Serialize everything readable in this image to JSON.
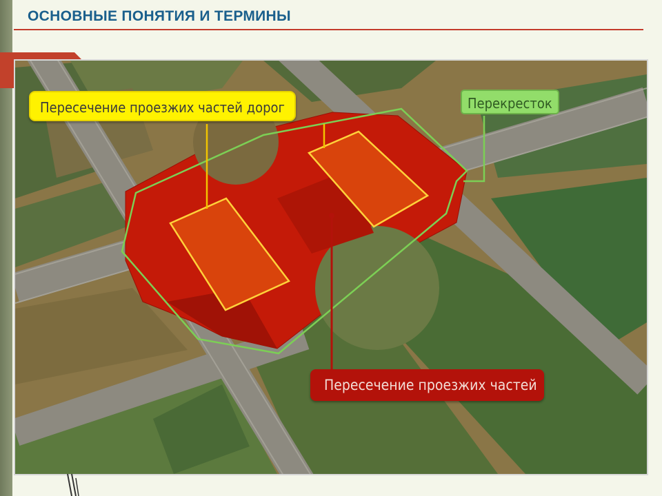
{
  "slide": {
    "title": "ОСНОВНЫЕ ПОНЯТИЯ И ТЕРМИНЫ"
  },
  "diagram": {
    "labels": {
      "carriageway_crossing_roads": "Пересечение проезжих частей дорог",
      "intersection": "Перекресток",
      "carriageway_crossing": "Пересечение проезжих частей"
    },
    "colors": {
      "title": "#1a5f8c",
      "rule": "#c33a2a",
      "crossing_fill": "#c41a08",
      "crossing_dark": "#8f0e04",
      "rectangle_fill": "#e04d0c",
      "rectangle_outline": "#ffd23a",
      "intersection_outline": "#7ccf55",
      "yellow_label": "#fff200",
      "green_label": "#92dd6a",
      "red_label": "#b3120a",
      "road": "#8d8a80",
      "ground_brown": "#8a7647",
      "ground_green": "#4c6b36"
    }
  }
}
